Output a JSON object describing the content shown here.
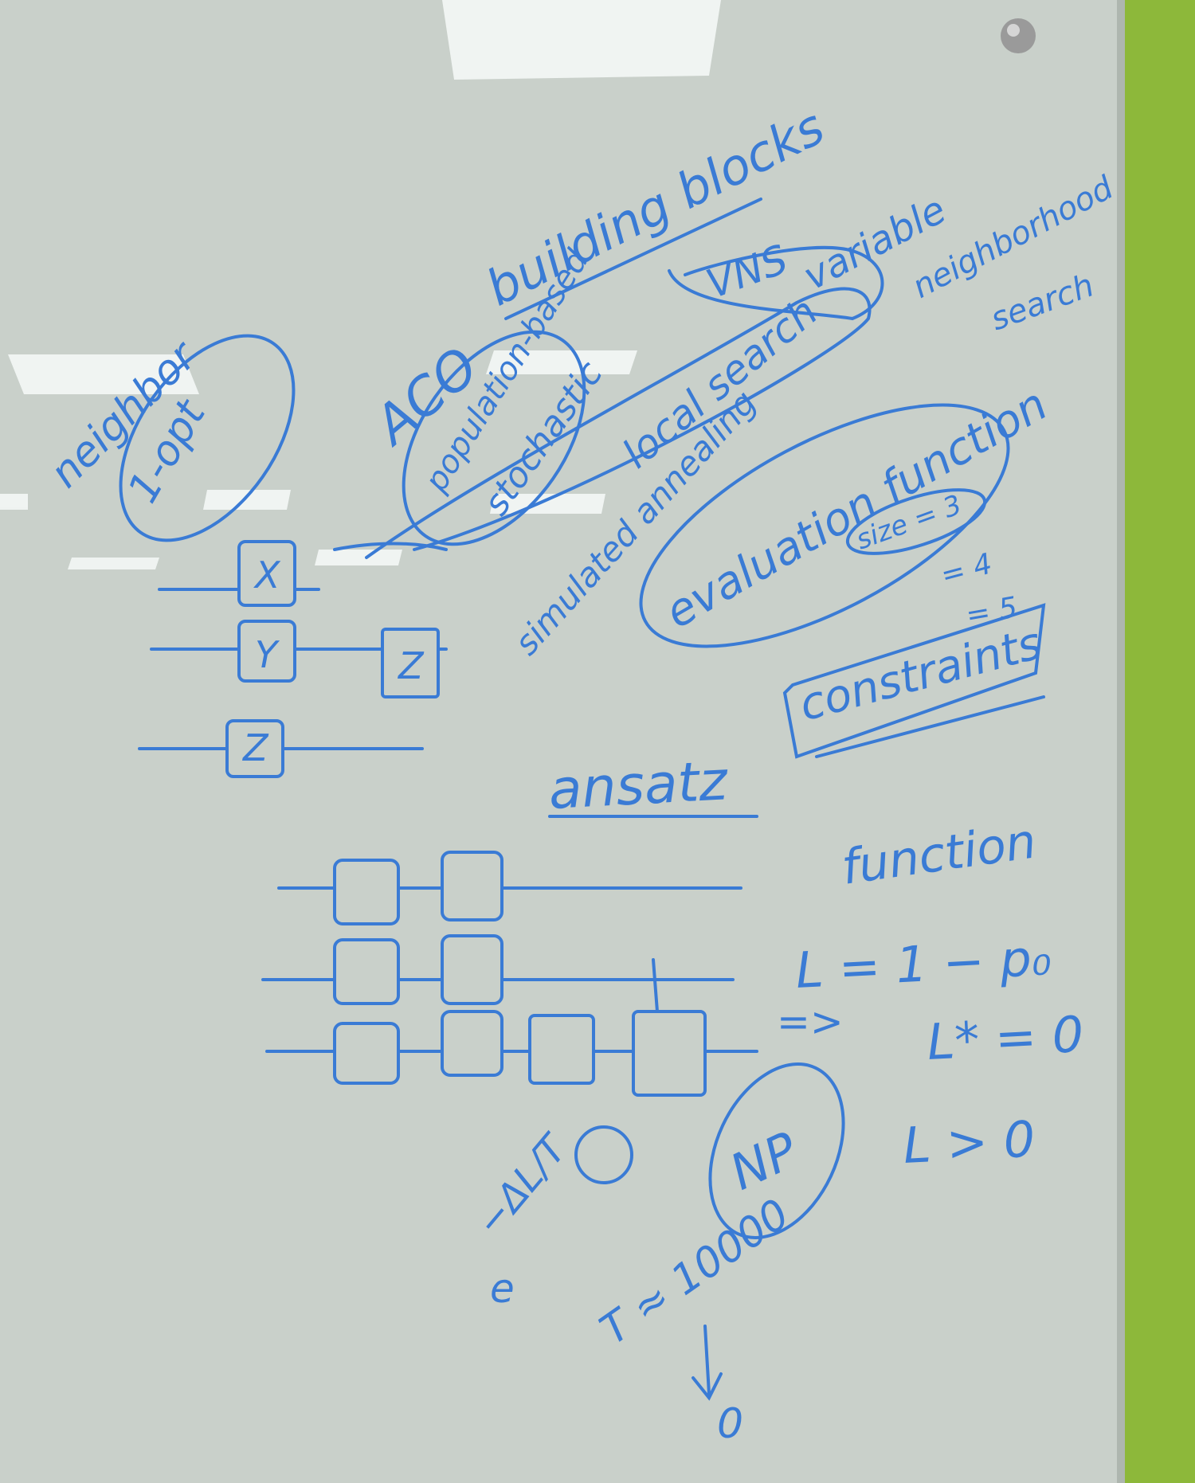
{
  "colors": {
    "board": "#c9d0ca",
    "board_shadow": "#aeb6af",
    "wall": "#8db83a",
    "marker": "#3a7bd5",
    "reflection": "#f4f7f6",
    "screw": "#9a9a9a"
  },
  "labels": {
    "building_blocks": "building blocks",
    "vns": "VNS",
    "variable": "variable",
    "neighborhood": "neighborhood",
    "search": "search",
    "neighbor": "neighbor",
    "one_opt": "1-opt",
    "aco": "ACO",
    "population_based": "population-based",
    "stochastic": "stochastic",
    "local_search": "local search",
    "simulated_annealing": "simulated annealing",
    "evaluation_function": "evaluation function",
    "size_eq": "size = 3",
    "eq4": "= 4",
    "eq5": "= 5",
    "constraints": "constraints",
    "gate_x": "X",
    "gate_y": "Y",
    "gate_z": "Z",
    "gate_z2": "Z",
    "ansatz": "ansatz",
    "function": "function",
    "loss_eq": "L = 1 − p₀",
    "implies": "=>",
    "loss_star": "L* = 0",
    "loss_gt": "L > 0",
    "exp_base": "e",
    "exp_power": "−ΔL/T",
    "np": "NP",
    "temp": "T ≈ 10000",
    "zero": "0"
  }
}
